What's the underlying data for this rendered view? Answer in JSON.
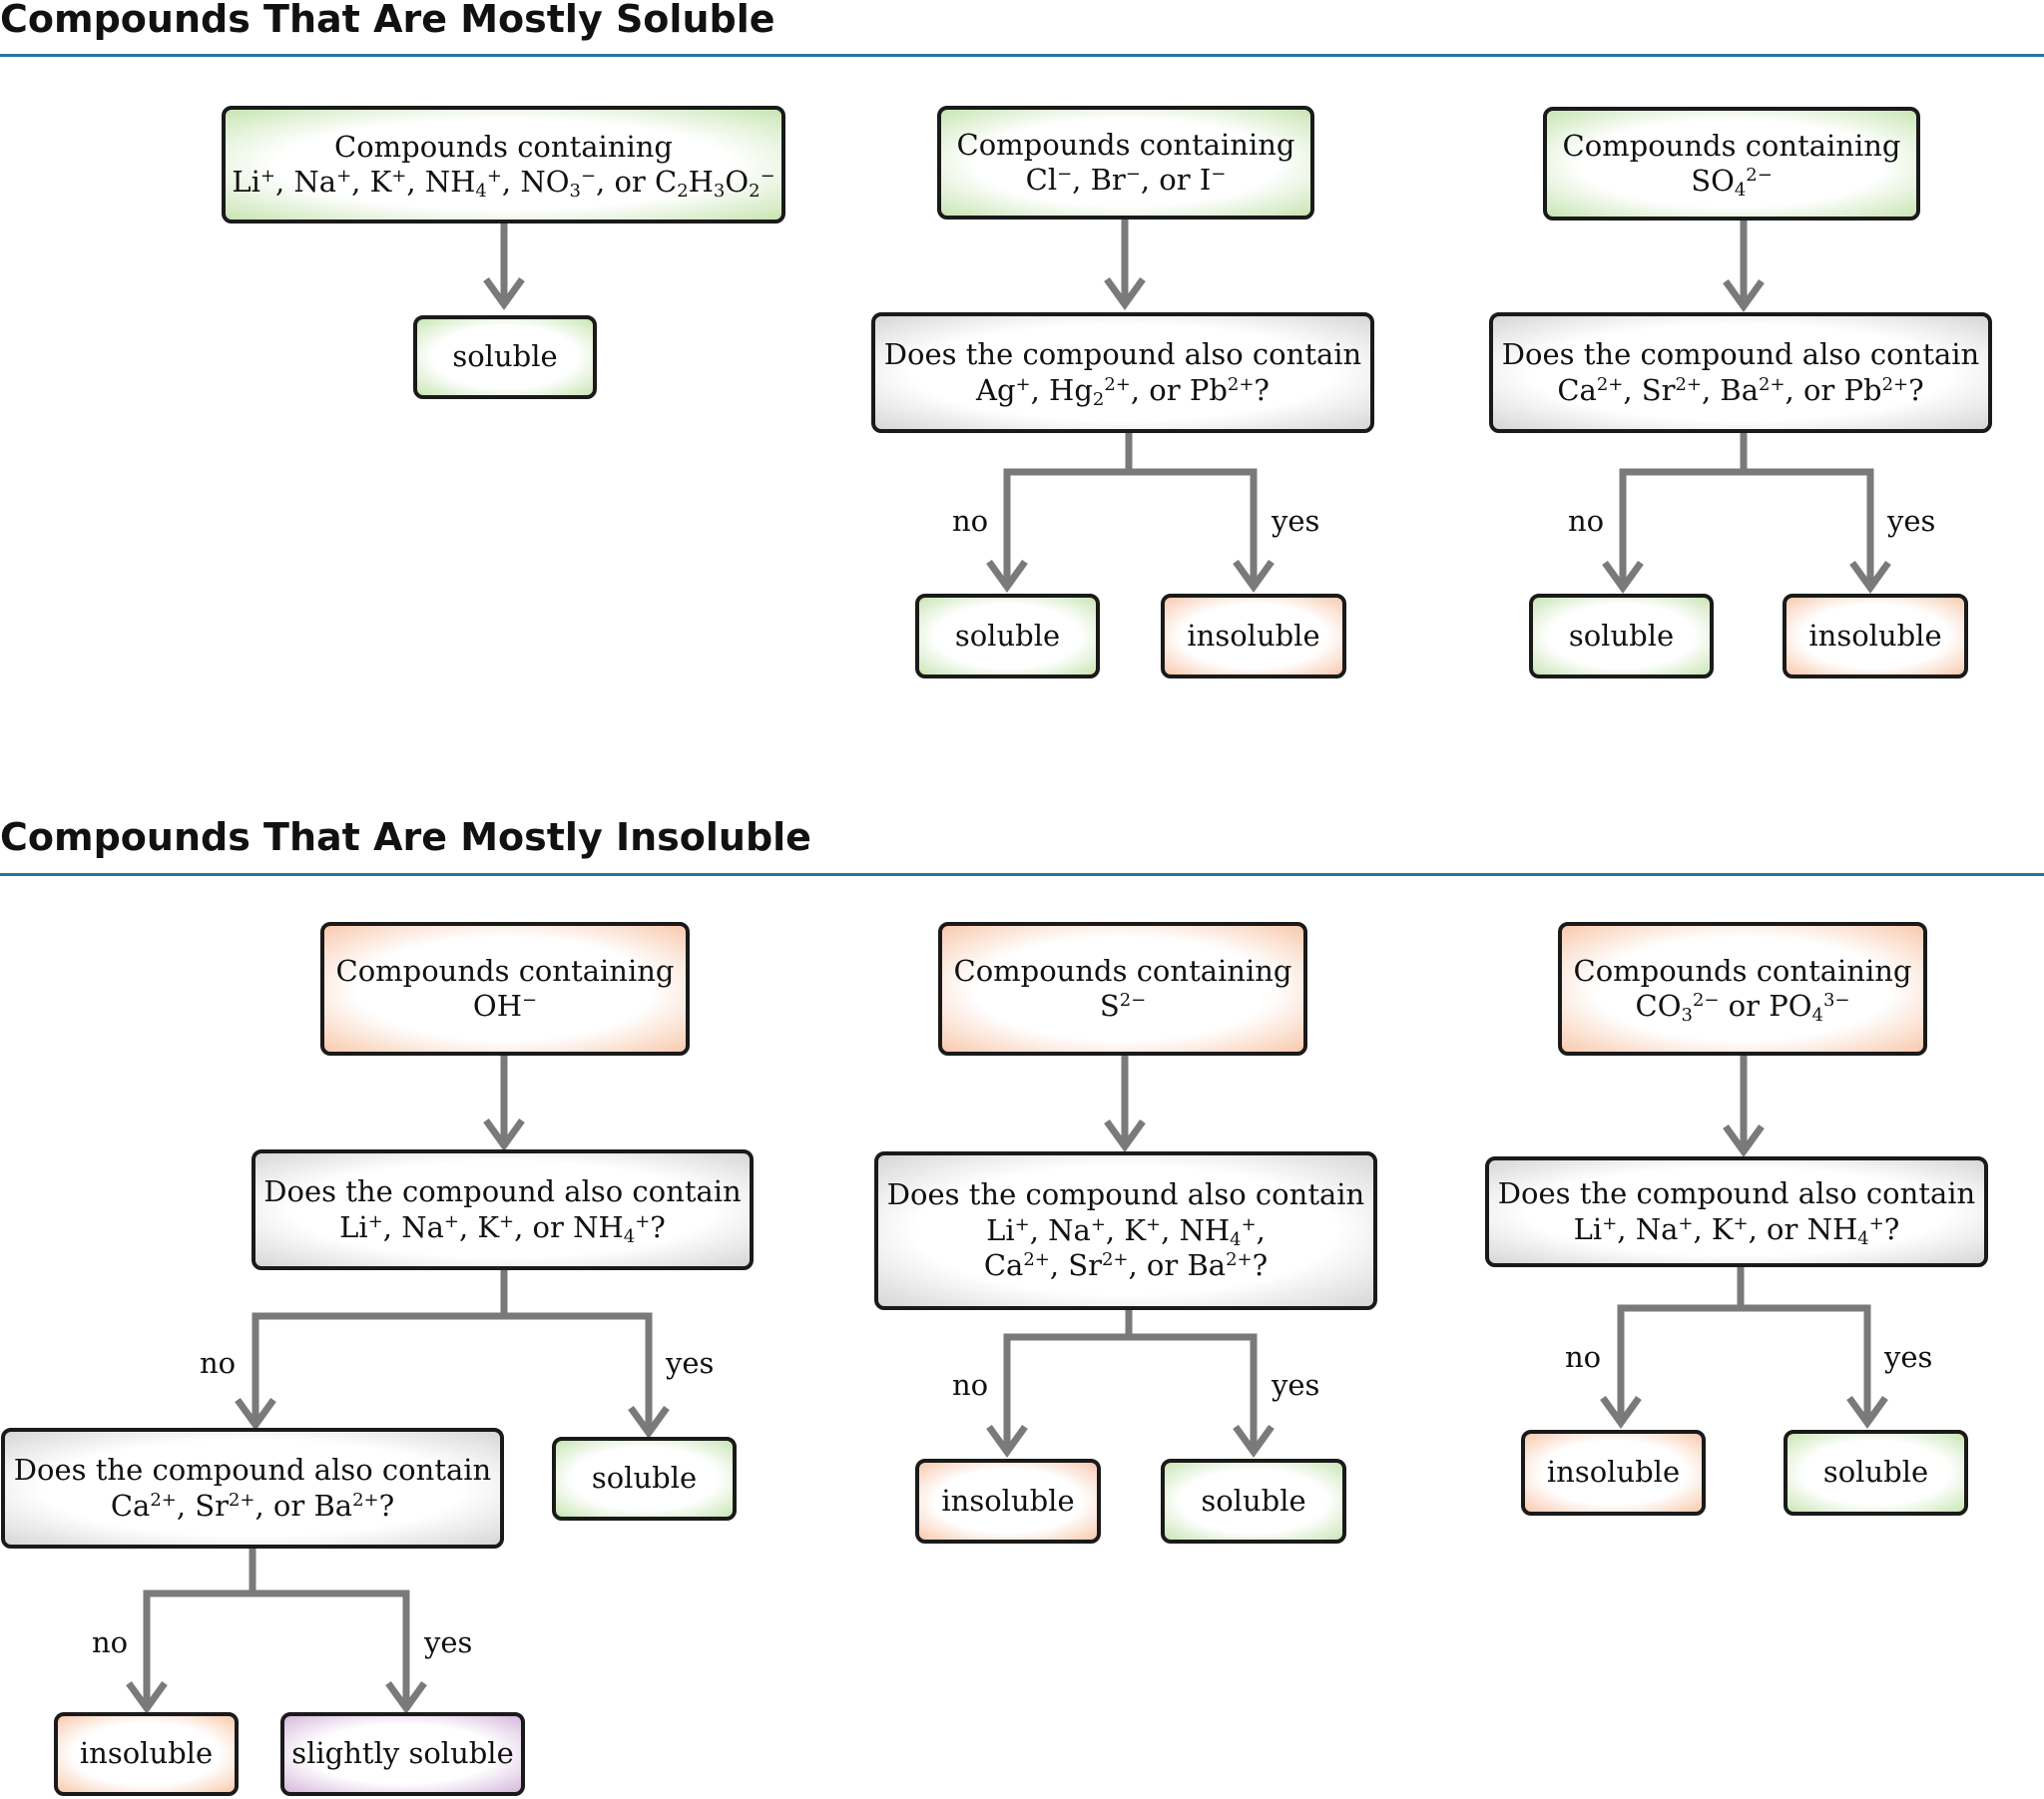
{
  "sections": {
    "soluble_heading": "Compounds That Are Mostly Soluble",
    "insoluble_heading": "Compounds That Are Mostly Insoluble"
  },
  "branch_labels": {
    "no": "no",
    "yes": "yes"
  },
  "outcomes": {
    "soluble": "soluble",
    "insoluble": "insoluble",
    "slightly_soluble": "slightly soluble"
  },
  "flowcharts": [
    {
      "start": "Compounds containing Li⁺, Na⁺, K⁺, NH₄⁺, NO₃⁻, or C₂H₃O₂⁻",
      "result": "soluble"
    },
    {
      "start": "Compounds containing Cl⁻, Br⁻, or I⁻",
      "question": "Does the compound also contain Ag⁺, Hg₂²⁺, or Pb²⁺?",
      "no": "soluble",
      "yes": "insoluble"
    },
    {
      "start": "Compounds containing SO₄²⁻",
      "question": "Does the compound also contain Ca²⁺, Sr²⁺, Ba²⁺, or Pb²⁺?",
      "no": "soluble",
      "yes": "insoluble"
    },
    {
      "start": "Compounds containing OH⁻",
      "question": "Does the compound also contain Li⁺, Na⁺, K⁺, or NH₄⁺?",
      "no": {
        "question": "Does the compound also contain Ca²⁺, Sr²⁺, or Ba²⁺?",
        "no": "insoluble",
        "yes": "slightly soluble"
      },
      "yes": "soluble"
    },
    {
      "start": "Compounds containing S²⁻",
      "question": "Does the compound also contain Li⁺, Na⁺, K⁺, NH₄⁺, Ca²⁺, Sr²⁺, or Ba²⁺?",
      "no": "insoluble",
      "yes": "soluble"
    },
    {
      "start": "Compounds containing CO₃²⁻ or PO₄³⁻",
      "question": "Does the compound also contain Li⁺, Na⁺, K⁺, or NH₄⁺?",
      "no": "insoluble",
      "yes": "soluble"
    }
  ],
  "colors": {
    "soluble": "#c8e5b3",
    "insoluble": "#f8c9ad",
    "slightly_soluble": "#d5b8dc",
    "question": "#d6d6d6",
    "rule": "#2b72a3",
    "connector": "#7a7a7a"
  }
}
